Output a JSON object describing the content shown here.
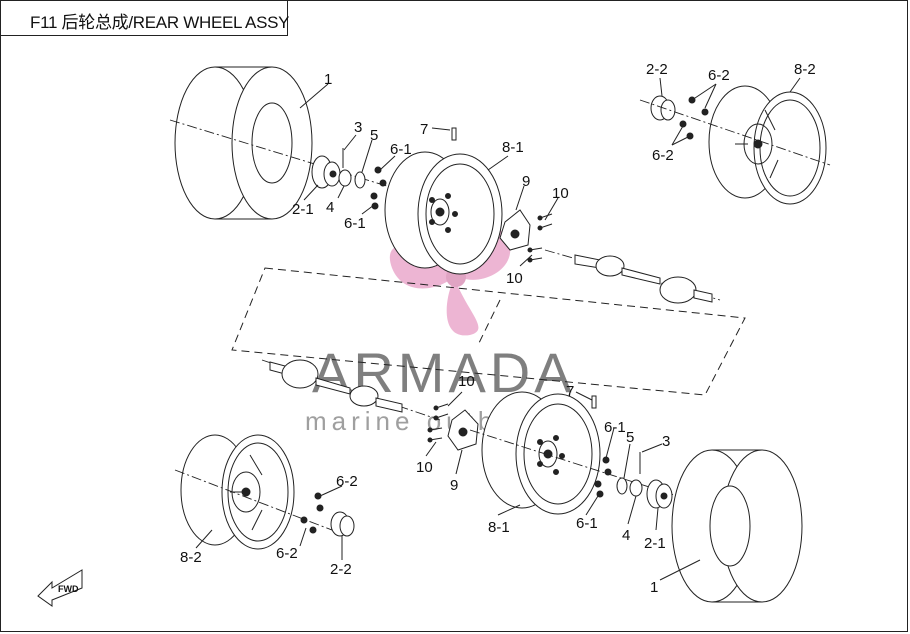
{
  "title": "F11 后轮总成/REAR WHEEL ASSY",
  "watermark": {
    "brand": "ARMADA",
    "tagline": "marine outboards",
    "logo_color": "#e07ab0"
  },
  "direction_badge": "FWD",
  "labels": {
    "tire_top": "1",
    "tire_bottom": "1",
    "hub_top": "2-1",
    "hub_bottom": "2-1",
    "hub_right_top": "2-2",
    "hub_left_bottom": "2-2",
    "pin_top": "3",
    "pin_bottom": "3",
    "nut_top": "4",
    "nut_bottom": "4",
    "washer_top": "5",
    "washer_bottom": "5",
    "lugnut_a1": "6-1",
    "lugnut_a2": "6-1",
    "lugnut_b1": "6-1",
    "lugnut_b2": "6-1",
    "lugnut_c1": "6-2",
    "lugnut_c2": "6-2",
    "lugnut_d1": "6-2",
    "lugnut_d2": "6-2",
    "valve_top": "7",
    "valve_bottom": "7",
    "rim_top": "8-1",
    "rim_bottom": "8-1",
    "rim_right_top": "8-2",
    "rim_left_bottom": "8-2",
    "flange_top": "9",
    "flange_bottom": "9",
    "bolt_a1": "10",
    "bolt_a2": "10",
    "bolt_b1": "10",
    "bolt_b2": "10"
  }
}
